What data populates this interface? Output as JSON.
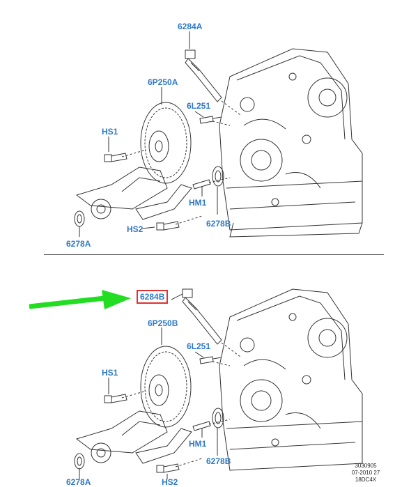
{
  "top_panel": {
    "labels": {
      "bolt": "6284A",
      "sprocket": "6P250A",
      "stud": "6L251",
      "hs1": "HS1",
      "hm1": "HM1",
      "hs2": "HS2",
      "seal_left": "6278A",
      "seal_right": "6278B"
    }
  },
  "bottom_panel": {
    "labels": {
      "bolt": "6284B",
      "sprocket": "6P250B",
      "stud": "6L251",
      "hs1": "HS1",
      "hm1": "HM1",
      "hs2": "HS2",
      "seal_left": "6278A",
      "seal_right": "6278B"
    },
    "highlight_color": "#e03030",
    "arrow_color": "#22dd22"
  },
  "reference": {
    "line1": "3030905",
    "line2": "07-2010 27",
    "line3": "18DC4X"
  },
  "colors": {
    "label": "#2f79c8",
    "line": "#333333"
  }
}
